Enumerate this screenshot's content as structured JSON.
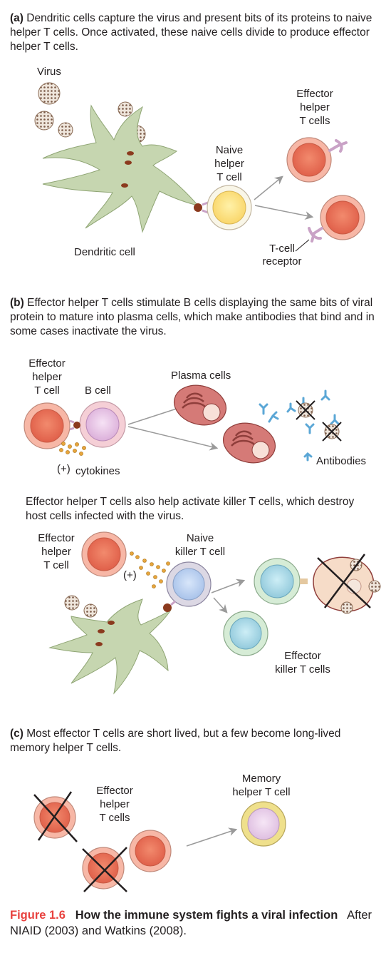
{
  "panel_a": {
    "letter": "(a)",
    "text": "Dendritic cells capture the virus and present bits of its proteins to naive helper T cells. Once activated, these naive cells divide to produce effector helper T cells.",
    "labels": {
      "virus": "Virus",
      "dendritic_cell": "Dendritic cell",
      "naive_helper": [
        "Naive",
        "helper",
        "T cell"
      ],
      "effector_helper": [
        "Effector",
        "helper",
        "T cells"
      ],
      "tcell_receptor": [
        "T-cell",
        "receptor"
      ]
    }
  },
  "panel_b": {
    "letter": "(b)",
    "text": "Effector helper T cells stimulate B cells displaying the same bits of viral protein to mature into plasma cells, which make antibodies that bind and in some cases inactivate the virus.",
    "labels": {
      "effector_helper": [
        "Effector",
        "helper",
        "T cell"
      ],
      "b_cell": "B cell",
      "plasma_cells": "Plasma cells",
      "antibodies": "Antibodies",
      "plus": "(+)",
      "cytokines": "cytokines"
    },
    "text2": "Effector helper T cells also help activate killer T cells, which destroy host cells infected with the virus.",
    "labels2": {
      "effector_helper": [
        "Effector",
        "helper",
        "T cell"
      ],
      "plus": "(+)",
      "naive_killer": [
        "Naive",
        "killer T cell"
      ],
      "effector_killer": [
        "Effector",
        "killer T cells"
      ]
    }
  },
  "panel_c": {
    "letter": "(c)",
    "text": "Most effector T cells are short lived, but a few become long-lived memory helper T cells.",
    "labels": {
      "effector_helper": [
        "Effector",
        "helper",
        "T cells"
      ],
      "memory_helper": [
        "Memory",
        "helper T cell"
      ]
    }
  },
  "caption": {
    "figure_number": "Figure 1.6",
    "title": "How the immune system fights a viral infection",
    "source": "After NIAID (2003) and Watkins (2008)."
  },
  "colors": {
    "effector_outer": "#f7b7a6",
    "effector_inner": "#e8735a",
    "naive_inner": "#fde389",
    "dendritic": "#c6d6b0",
    "virus": "#8a6b55",
    "receptor": "#c9a2c6",
    "bcell_inner": "#e8c3e6",
    "plasma": "#c96565",
    "antibody": "#5ba7d6",
    "killer_inner": "#b9cff0",
    "killer_effector_inner": "#a8d7e6",
    "infected": "#f6dcc8",
    "memory_outer": "#efe08c",
    "memory_inner": "#e8c8ea",
    "arrow": "#9a9a9a",
    "caption_accent": "#e8413e"
  }
}
